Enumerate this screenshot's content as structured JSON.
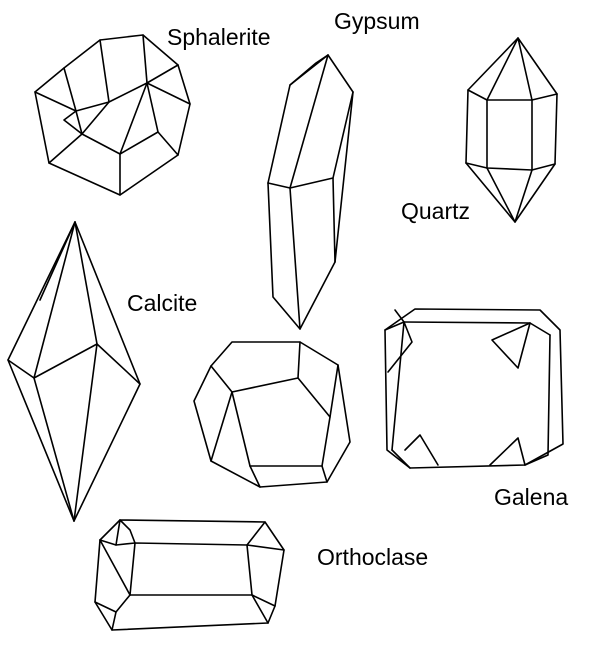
{
  "labels": {
    "sphalerite": "Sphalerite",
    "gypsum": "Gypsum",
    "quartz": "Quartz",
    "calcite": "Calcite",
    "galena": "Galena",
    "orthoclase": "Orthoclase"
  },
  "colors": {
    "line": "#000000",
    "background": "#ffffff"
  }
}
